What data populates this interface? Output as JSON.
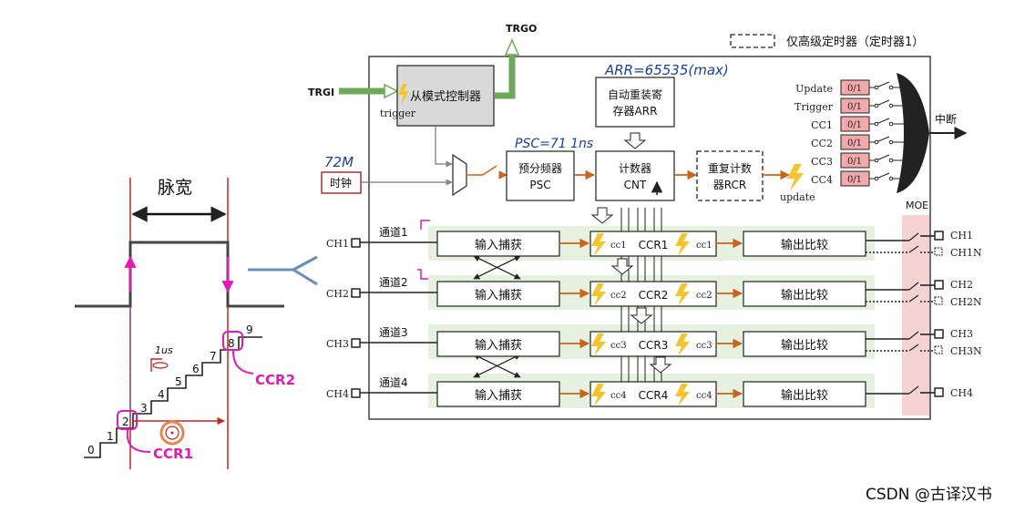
{
  "legend": {
    "text": "仅高级定时器（定时器1）"
  },
  "signals": {
    "trgo": "TRGO",
    "trgi": "TRGI",
    "trigger": "trigger",
    "update": "update",
    "interrupt": "中断",
    "moe": "MOE"
  },
  "blocks": {
    "slave_controller": "从模式控制器",
    "auto_reload_l1": "自动重装寄",
    "auto_reload_l2": "存器ARR",
    "prescaler_l1": "预分频器",
    "prescaler_l2": "PSC",
    "counter_l1": "计数器",
    "counter_l2": "CNT",
    "repetition_l1": "重复计数",
    "repetition_l2": "器RCR",
    "clock": "时钟"
  },
  "events": [
    {
      "name": "Update",
      "value": "0/1"
    },
    {
      "name": "Trigger",
      "value": "0/1"
    },
    {
      "name": "CC1",
      "value": "0/1"
    },
    {
      "name": "CC2",
      "value": "0/1"
    },
    {
      "name": "CC3",
      "value": "0/1"
    },
    {
      "name": "CC4",
      "value": "0/1"
    }
  ],
  "channels": [
    {
      "pin": "CH1",
      "label": "通道1",
      "capture": "输入捕获",
      "cc": "cc1",
      "ccr": "CCR1",
      "compare": "输出比较",
      "out": "CH1",
      "outn": "CH1N"
    },
    {
      "pin": "CH2",
      "label": "通道2",
      "capture": "输入捕获",
      "cc": "cc2",
      "ccr": "CCR2",
      "compare": "输出比较",
      "out": "CH2",
      "outn": "CH2N"
    },
    {
      "pin": "CH3",
      "label": "通道3",
      "capture": "输入捕获",
      "cc": "cc3",
      "ccr": "CCR3",
      "compare": "输出比较",
      "out": "CH3",
      "outn": "CH3N"
    },
    {
      "pin": "CH4",
      "label": "通道4",
      "capture": "输入捕获",
      "cc": "cc4",
      "ccr": "CCR4",
      "compare": "输出比较",
      "out": "CH4",
      "outn": ""
    }
  ],
  "annotations": {
    "arr": "ARR=65535(max)",
    "psc": "PSC=71 1ns",
    "clk": "72M",
    "pulse_width": "脉宽",
    "ccr1": "CCR1",
    "ccr2": "CCR2",
    "us": "1us"
  },
  "steps": [
    "0",
    "1",
    "2",
    "3",
    "4",
    "5",
    "6",
    "7",
    "8",
    "9"
  ],
  "watermark": "CSDN @古译汉书",
  "colors": {
    "orange": "#c8651b",
    "green_bg": "#e6f1e0",
    "pink": "#e01ab4",
    "red_line": "#c0282a",
    "blue_note": "#1a3fa0",
    "event_box": "#f2a9a9"
  }
}
